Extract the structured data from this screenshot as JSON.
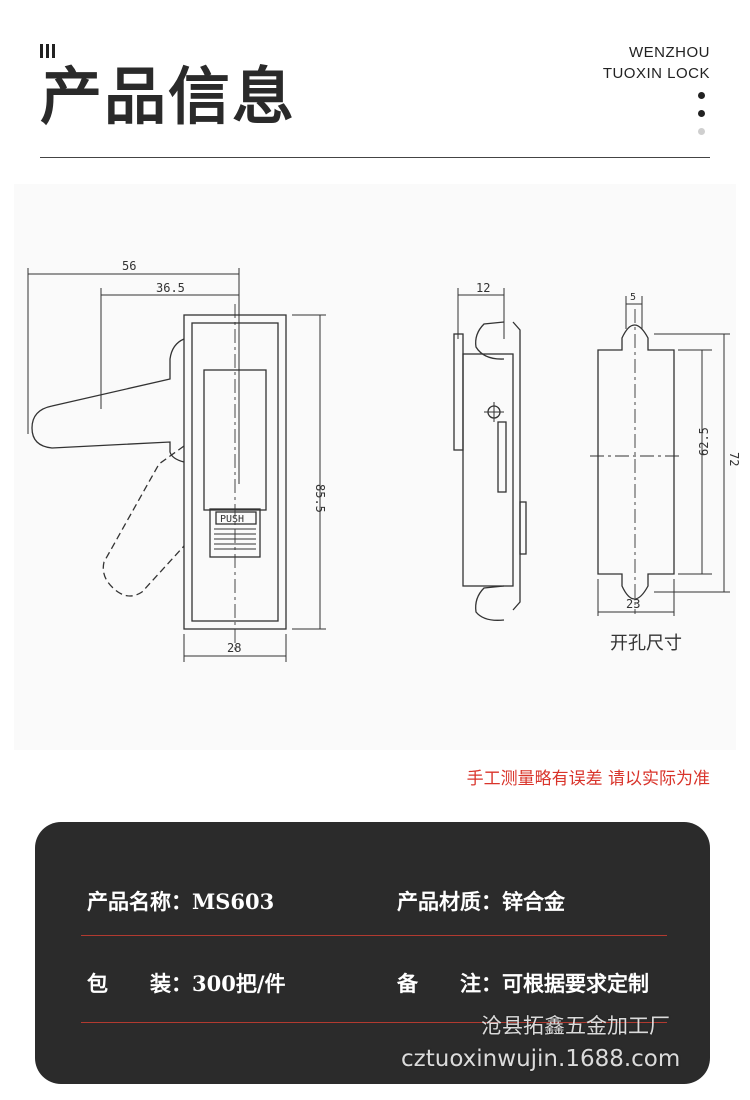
{
  "header": {
    "title": "产品信息",
    "company_en_line1": "WENZHOU",
    "company_en_line2": "TUOXIN LOCK"
  },
  "drawing": {
    "front_dims": [
      "56",
      "36.5",
      "85.5",
      "28"
    ],
    "push_label": "PUSH",
    "side_dims": [
      "12"
    ],
    "cutout_dims": [
      "5",
      "72",
      "62.5",
      "23"
    ],
    "cutout_label": "开孔尺寸"
  },
  "disclaimer": "手工测量略有误差 请以实际为准",
  "specs": {
    "name_label": "产品名称：",
    "name_value": "MS603",
    "material_label": "产品材质：",
    "material_value": "锌合金",
    "package_label": "包　　装：",
    "package_value": "300把/件",
    "note_label": "备　　注：",
    "note_value": "可根据要求定制"
  },
  "watermark": {
    "company_cn": "沧县拓鑫五金加工厂",
    "site": "cztuoxinwujin.1688.com"
  },
  "colors": {
    "card_bg": "#2b2b2b",
    "accent_red": "#d9342b",
    "divider_red": "#b23a30"
  }
}
